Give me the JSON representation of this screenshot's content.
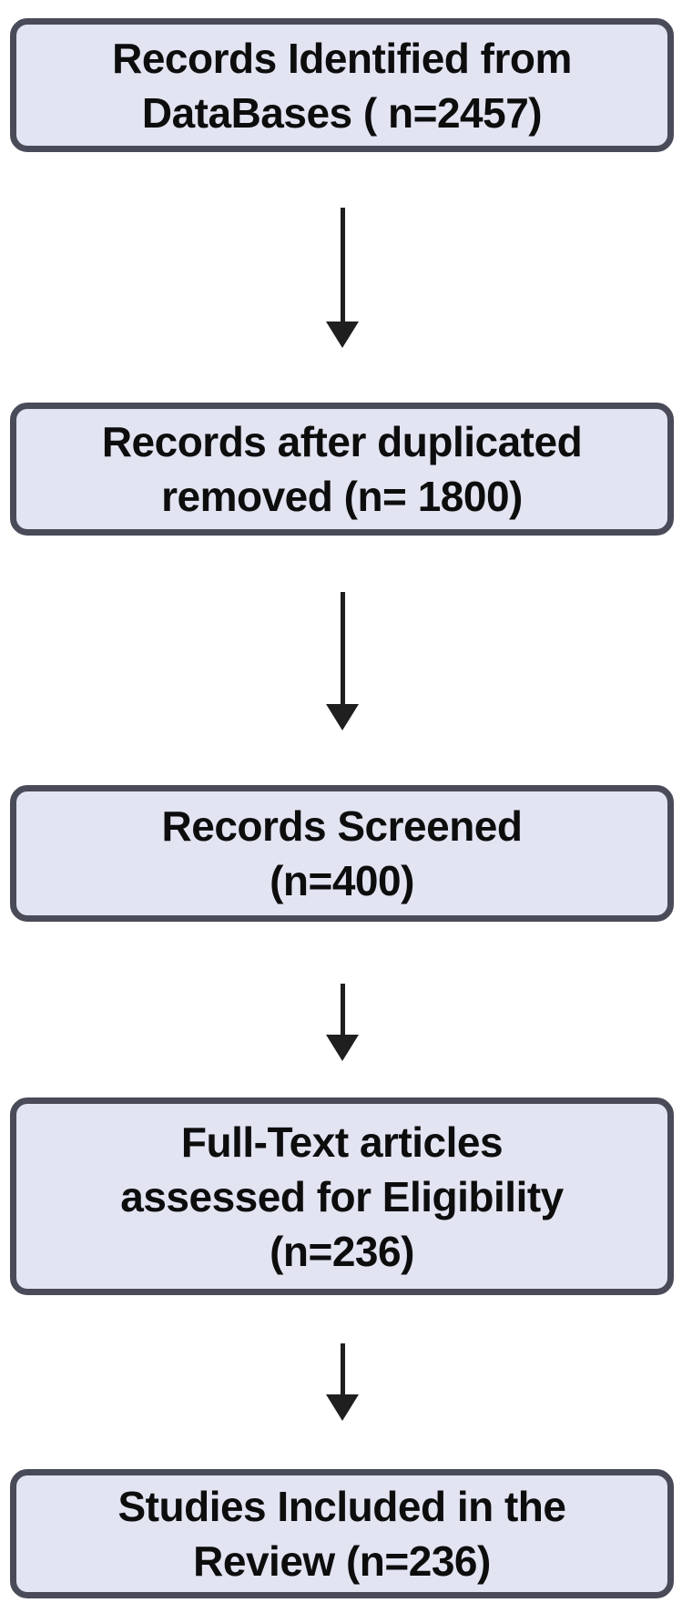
{
  "colors": {
    "background": "#ffffff",
    "box_fill": "#e2e4f2",
    "box_border": "#494b59",
    "text": "#0d0d0d",
    "arrow": "#1f1f1f"
  },
  "flowchart": {
    "type": "vertical-flow",
    "boxes": [
      {
        "name": "records-identified",
        "lines": [
          "Records Identified from",
          "DataBases ( n=2457)"
        ],
        "n": 2457
      },
      {
        "name": "records-after-duplicates-removed",
        "lines": [
          "Records after duplicated",
          "removed (n= 1800)"
        ],
        "n": 1800
      },
      {
        "name": "records-screened",
        "lines": [
          "Records Screened",
          "(n=400)"
        ],
        "n": 400
      },
      {
        "name": "full-text-articles-assessed",
        "lines": [
          "Full-Text articles",
          "assessed for Eligibility",
          "(n=236)"
        ],
        "n": 236
      },
      {
        "name": "studies-included-in-review",
        "lines": [
          "Studies Included in the",
          "Review (n=236)"
        ],
        "n": 236
      }
    ],
    "arrows": [
      "down",
      "down",
      "down",
      "down"
    ]
  }
}
